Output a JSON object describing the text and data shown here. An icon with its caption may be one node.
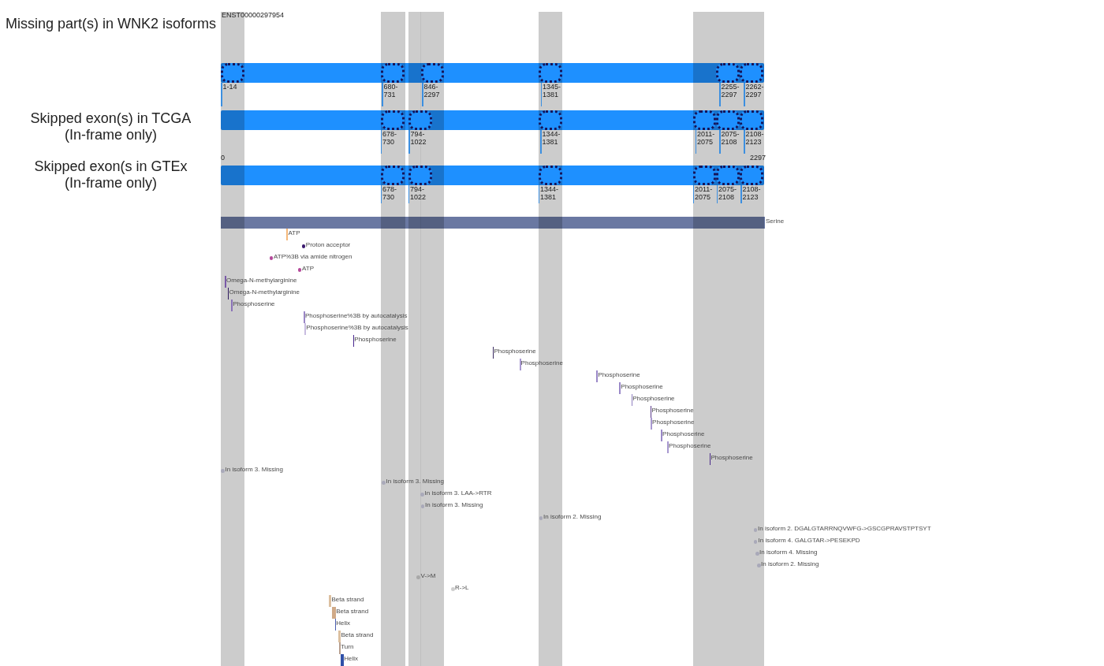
{
  "diagram": {
    "nodes": [
      {
        "text": [],
        "shape": "bar",
        "beside": [
          "Serine"
        ]
      }
    ],
    "labels": [
      "ENST00000297954",
      "Missing part(s) in WNK2 isoforms",
      "1-14",
      "680-731",
      "846-2297",
      "1345-1381",
      "2255-2297",
      "2262-2297",
      "Skipped exon(s) in TCGA (In-frame only)",
      "678-730",
      "794-1022",
      "1344-1381",
      "2011-2075",
      "2075-2108",
      "2108-2123",
      "0",
      "2297",
      "Skipped exon(s in GTEx (In-frame only)",
      "678-730",
      "794-1022",
      "1344-1381",
      "2011-2075",
      "2075-2108",
      "2108-2123",
      "ATP",
      "Proton acceptor",
      "ATP%3B via amide nitrogen",
      "ATP",
      "Omega-N-methylarginine",
      "Omega-N-methylarginine",
      "Phosphoserine",
      "Phosphoserine%3B by autocatalysis",
      "Phosphoserine%3B by autocatalysis",
      "Phosphoserine",
      "Phosphoserine",
      "Phosphoserine",
      "Phosphoserine",
      "Phosphoserine",
      "Phosphoserine",
      "Phosphoserine",
      "Phosphoserine",
      "Phosphoserine",
      "Phosphoserine",
      "Phosphoserine",
      "In isoform 3. Missing",
      "In isoform 3. Missing",
      "In isoform 3. LAA->RTR",
      "In isoform 3. Missing",
      "In isoform 2. Missing",
      "In isoform 2. DGALGTARRNQVWFG->GSCGPRAVSTPTSYT",
      "In isoform 4. GALGTAR->PESEKPD",
      "In isoform 4. Missing",
      "In isoform 2. Missing",
      "V->M",
      "R->L",
      "Beta strand",
      "Beta strand",
      "Helix",
      "Beta strand",
      "Turn",
      "Helix"
    ]
  }
}
